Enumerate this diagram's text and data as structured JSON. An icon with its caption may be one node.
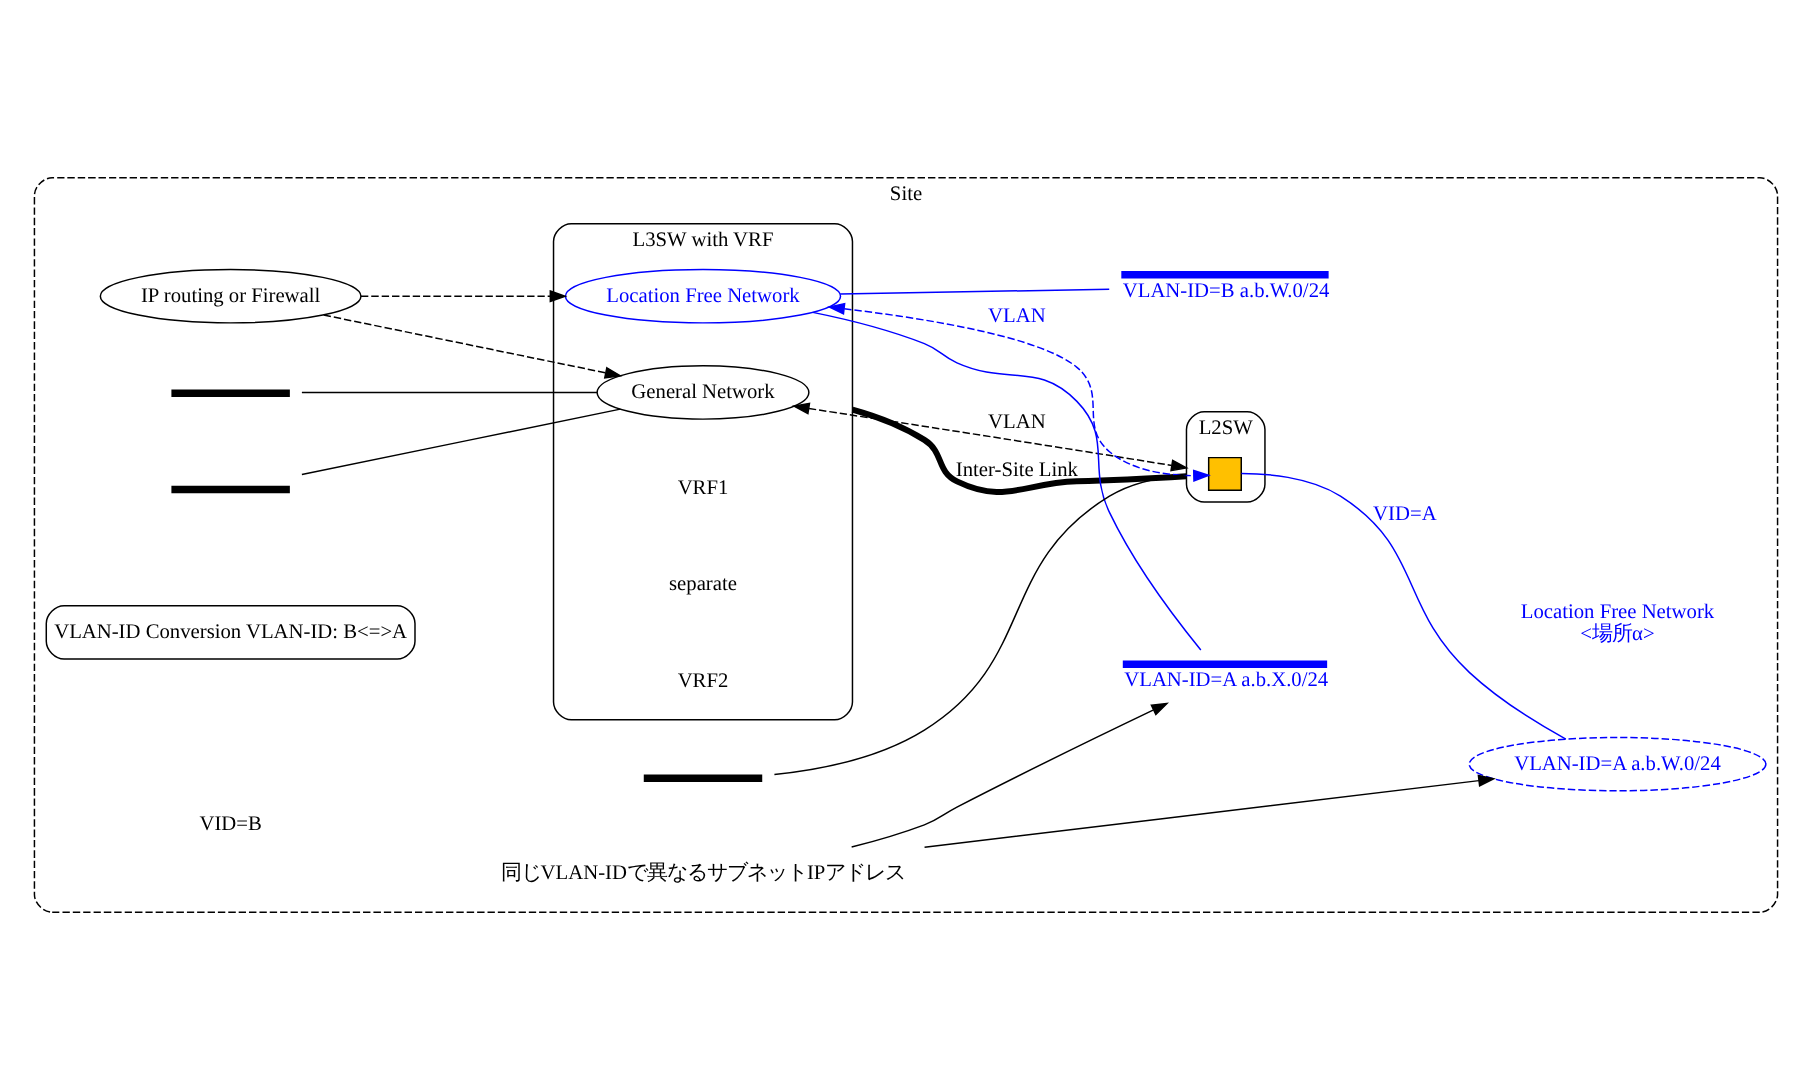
{
  "diagram": {
    "nodes": [
      {
        "text": [
          "Site"
        ]
      },
      {
        "text": [
          "L3SW with VRF"
        ],
        "in": 0
      },
      {
        "text": [
          "General Network"
        ],
        "in": 1
      },
      {
        "text": [
          "Location Free Network"
        ],
        "in": 1
      },
      {
        "text": [
          "IP routing or Firewall"
        ],
        "in": 0
      },
      {
        "text": [
          "L2SW"
        ],
        "in": 0
      },
      {
        "text": [],
        "shape": "box",
        "in": 5
      },
      {
        "text": [],
        "shape": "bar",
        "in": 0
      },
      {
        "text": [],
        "shape": "bar",
        "in": 0
      },
      {
        "text": [],
        "shape": "bar",
        "in": 0,
        "beside": [
          "VLAN-ID=A a.b.X.0/24"
        ]
      },
      {
        "text": [],
        "shape": "bar",
        "in": 0,
        "beside": [
          "VLAN-ID=B a.b.W.0/24"
        ]
      },
      {
        "text": [],
        "shape": "bar",
        "in": 0
      },
      {
        "text": [
          "VLAN-ID=A a.b.W.0/24"
        ],
        "in": 0,
        "beside": [
          "Location Free Network",
          "<場所α>"
        ]
      },
      {
        "text": [
          "VLAN-ID Conversion VLAN-ID: B<=>A"
        ],
        "in": 0
      },
      {
        "text": [
          "同じVLAN-IDで異なるサブネットIPアドレス"
        ],
        "in": 0
      }
    ],
    "edges": [
      {
        "from": 7,
        "to": 2,
        "arrow": "none"
      },
      {
        "from": 8,
        "to": 2,
        "arrow": "none"
      },
      {
        "from": 11,
        "to": 5,
        "arrow": "none"
      },
      {
        "from": 4,
        "to": 2,
        "arrow": "to",
        "style": "dashed"
      },
      {
        "from": 4,
        "to": 3,
        "arrow": "to",
        "style": "dashed"
      },
      {
        "from": 2,
        "to": 5,
        "arrow": "both",
        "style": "dashed",
        "label": "VLAN"
      },
      {
        "from": 1,
        "to": 5,
        "arrow": "none",
        "style": "thick",
        "label": "Inter-Site Link"
      },
      {
        "from": 3,
        "to": 6,
        "arrow": "both",
        "style": "dashed",
        "color": "#0000ff",
        "label": "VLAN"
      },
      {
        "from": 3,
        "to": 9,
        "arrow": "none",
        "color": "#0000ff"
      },
      {
        "from": 3,
        "to": 10,
        "arrow": "none",
        "color": "#0000ff"
      },
      {
        "from": 6,
        "to": 12,
        "arrow": "none",
        "color": "#0000ff",
        "label": "VID=A"
      },
      {
        "from": 14,
        "to": 9,
        "arrow": "to"
      },
      {
        "from": 14,
        "to": 12,
        "arrow": "to"
      }
    ],
    "labels": [
      "VRF1",
      "separate",
      "VRF2",
      "VID=B"
    ]
  }
}
